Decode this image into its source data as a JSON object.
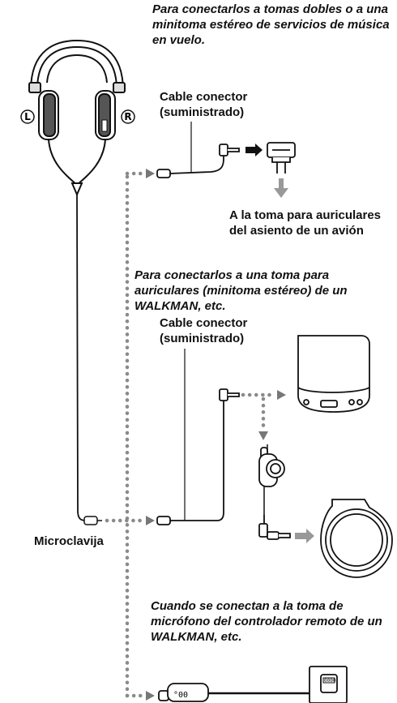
{
  "titles": {
    "inflight": "Para conectarlos a tomas dobles o a una minitoma estéreo de servicios de música en vuelo.",
    "walkman": "Para conectarlos a una toma para auriculares (minitoma estéreo) de un WALKMAN, etc.",
    "remote": "Cuando se conectan a la toma de micrófono del controlador remoto de un WALKMAN, etc."
  },
  "labels": {
    "cable_1": "Cable conector (suministrado)",
    "seat": "A la toma para auriculares del asiento de un avión",
    "cable_2": "Cable conector (suministrado)",
    "microplug": "Microclavija"
  },
  "headphone_marks": {
    "left": "L",
    "right": "R"
  },
  "remote_display": "°00",
  "device_display": "0000",
  "colors": {
    "line": "#111111",
    "dots": "#8a8a8a",
    "arrow": "#9a9a9a"
  }
}
